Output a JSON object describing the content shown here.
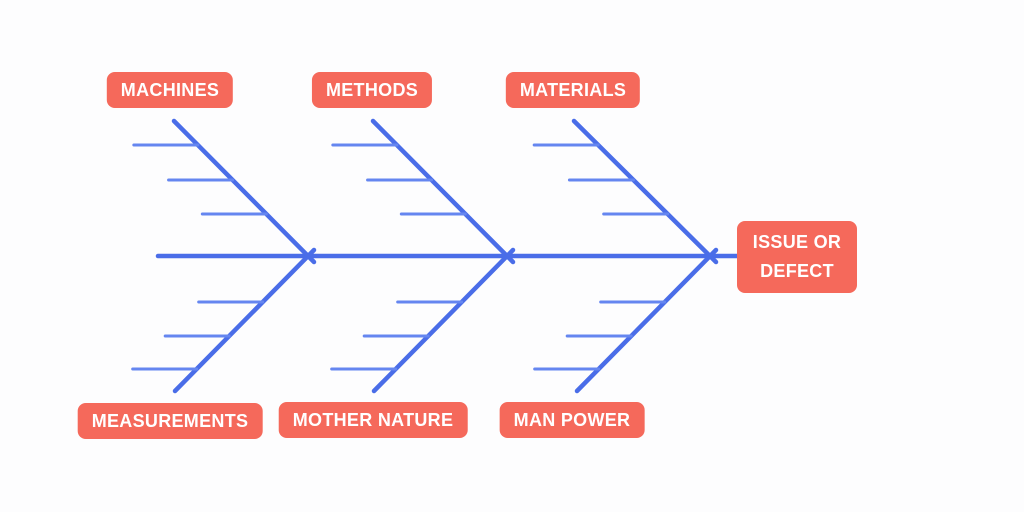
{
  "diagram": {
    "type": "fishbone-cause-effect",
    "effect": {
      "label": "ISSUE OR DEFECT"
    },
    "causes_top": [
      {
        "label": "MACHINES"
      },
      {
        "label": "METHODS"
      },
      {
        "label": "MATERIALS"
      }
    ],
    "causes_bottom": [
      {
        "label": "MEASUREMENTS"
      },
      {
        "label": "MOTHER NATURE"
      },
      {
        "label": "MAN POWER"
      }
    ],
    "colors": {
      "bone_blue": "#4A6DE8",
      "tick_blue": "#6586F0",
      "label_background": "#F5695B",
      "label_text": "#FFFFFF",
      "background": "#FDFDFE"
    }
  }
}
